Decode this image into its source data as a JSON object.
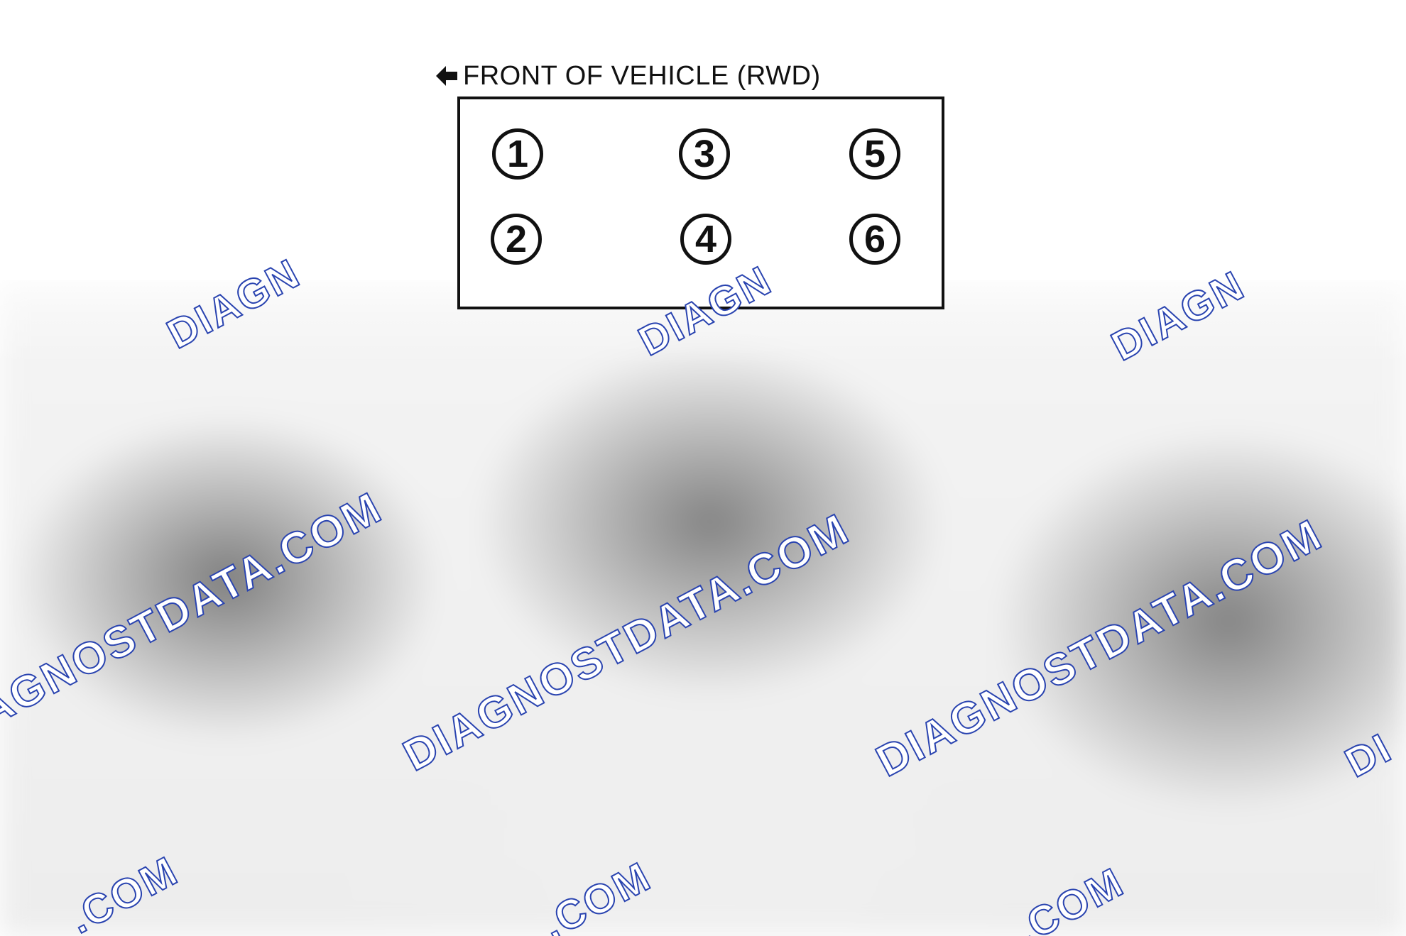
{
  "diagram": {
    "front_label": "FRONT OF VEHICLE (RWD)",
    "arrow_icon": "left-arrow-icon",
    "cylinders": [
      {
        "number": "1"
      },
      {
        "number": "3"
      },
      {
        "number": "5"
      },
      {
        "number": "2"
      },
      {
        "number": "4"
      },
      {
        "number": "6"
      }
    ]
  },
  "watermark": {
    "text": "DIAGNOSTDATA.COM",
    "partial_top": "DIAGN",
    "partial_bottom": ".COM",
    "partial_right": "DI",
    "partial_left": "AGNOSTDATA.COM",
    "stroke_color": "#2a44b0"
  }
}
